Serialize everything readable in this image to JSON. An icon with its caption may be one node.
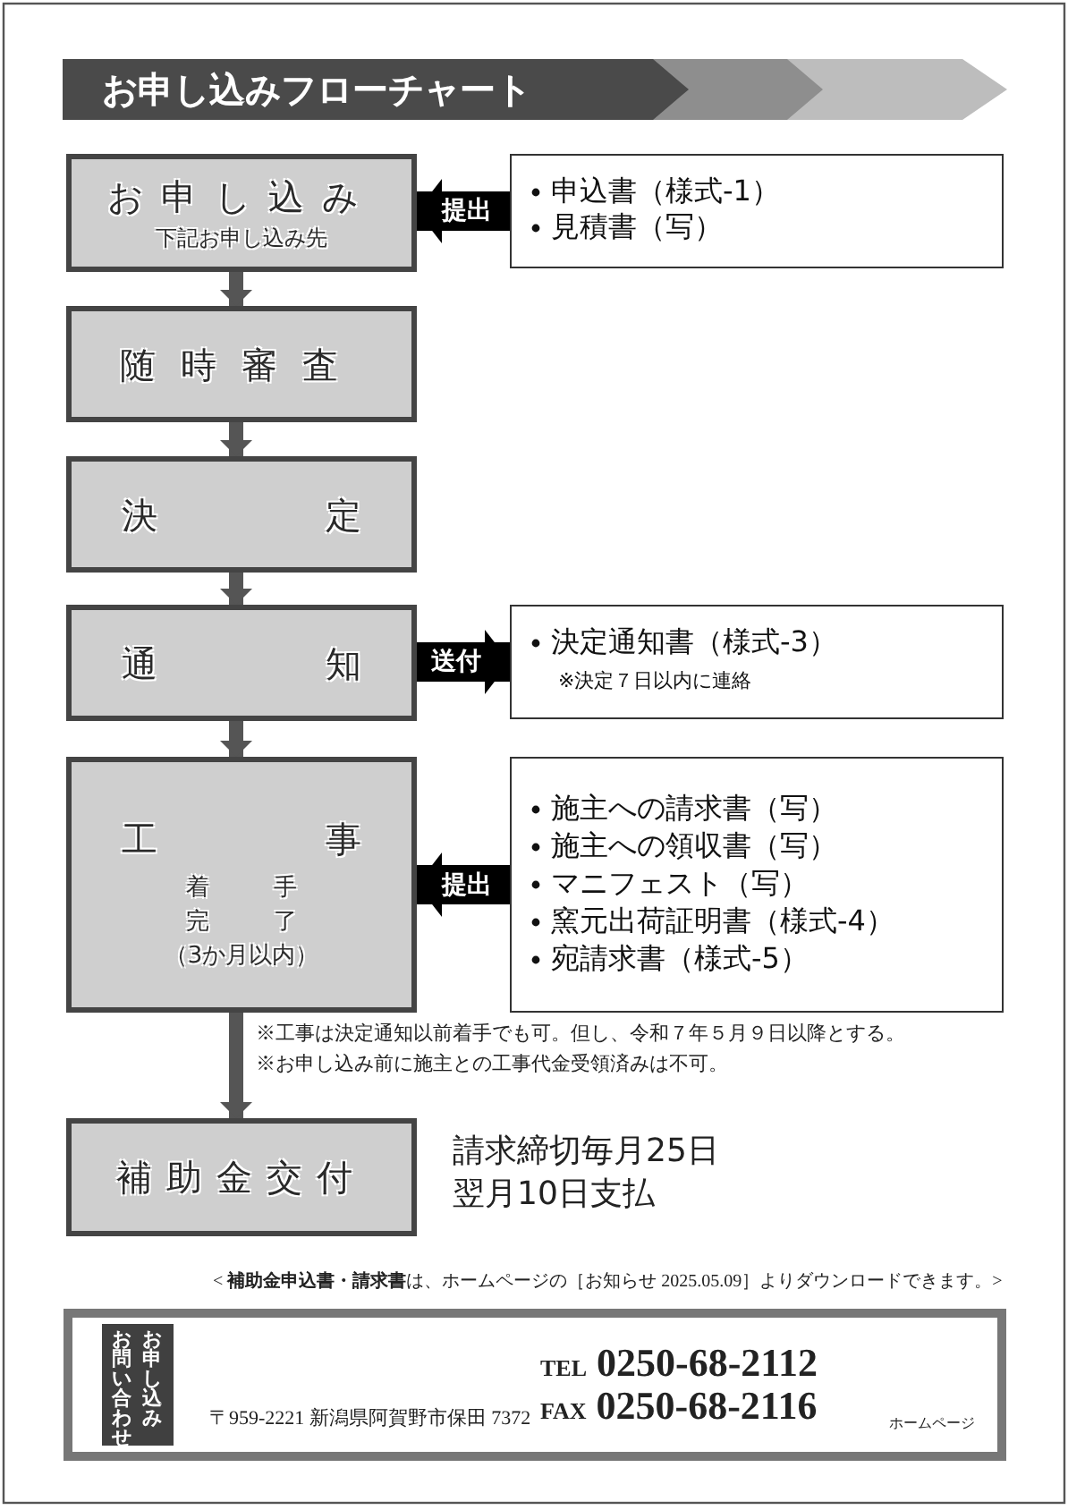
{
  "diagram": {
    "title": "お申し込みフローチャート",
    "nodes": [
      {
        "text": [
          "お申し込み",
          "下記お申し込み先"
        ]
      },
      {
        "text": [
          "申込書（様式-1）",
          "見積書（写）"
        ]
      },
      {
        "text": [
          "随時審査"
        ]
      },
      {
        "text": [
          "決定"
        ]
      },
      {
        "text": [
          "通知"
        ]
      },
      {
        "text": [
          "決定通知書（様式-3）",
          "※決定７日以内に連絡"
        ]
      },
      {
        "text": [
          "工事",
          "着手",
          "完了",
          "（3か月以内）"
        ]
      },
      {
        "text": [
          "施主への請求書（写）",
          "施主への領収書（写）",
          "マニフェスト（写）",
          "窯元出荷証明書（様式-4）",
          "宛請求書（様式-5）"
        ]
      },
      {
        "text": [
          "補助金交付"
        ],
        "beside": [
          "請求締切毎月25日",
          "翌月10日支払"
        ]
      }
    ],
    "edges": [
      {
        "from": 1,
        "to": 0,
        "arrow": "to",
        "label": "提出",
        "style": "thick",
        "color": "#000000"
      },
      {
        "from": 0,
        "to": 2,
        "arrow": "to"
      },
      {
        "from": 2,
        "to": 3,
        "arrow": "to"
      },
      {
        "from": 3,
        "to": 4,
        "arrow": "to"
      },
      {
        "from": 4,
        "to": 5,
        "arrow": "to",
        "label": "送付",
        "style": "thick",
        "color": "#000000"
      },
      {
        "from": 4,
        "to": 6,
        "arrow": "to"
      },
      {
        "from": 7,
        "to": 6,
        "arrow": "to",
        "label": "提出",
        "style": "thick",
        "color": "#000000"
      },
      {
        "from": 6,
        "to": 8,
        "arrow": "to"
      }
    ],
    "labels": [
      "※工事は決定通知以前着手でも可。但し、令和７年５月９日以降とする。",
      "※お申し込み前に施主との工事代金受領済みは不可。",
      "< **補助金申込書・請求書**は、ホームページの［お知らせ 2025.05.09］よりダウンロードできます。>",
      "お申し込み",
      "お問い合わせ",
      "〒959-2221 新潟県阿賀野市保田 7372",
      "TEL 0250-68-2112",
      "FAX 0250-68-2116",
      "ホームページ"
    ]
  }
}
